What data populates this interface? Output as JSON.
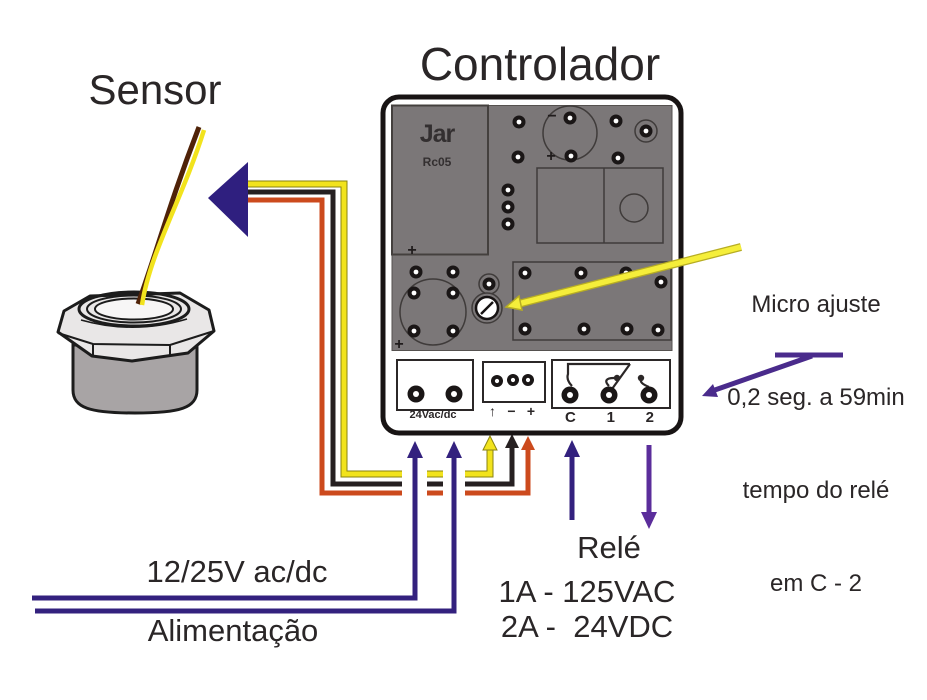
{
  "title": {
    "sensor": "Sensor",
    "controller": "Controlador"
  },
  "annotations": {
    "micro": {
      "line1": "Micro ajuste",
      "line2": "0,2 seg. a 59min",
      "line3": "tempo do relé",
      "line4": "em C - 2"
    },
    "power": {
      "line1": "12/25V ac/dc",
      "line2": "Alimentação"
    },
    "relay": {
      "title": "Relé",
      "spec1": "1A - 125VAC",
      "spec2": "2A -  24VDC"
    }
  },
  "controller": {
    "brand": "Jar",
    "model": "Rc05",
    "power_block": {
      "label": "24Vac/dc"
    },
    "sensor_block": {
      "labels": [
        "↑",
        "−",
        "+"
      ]
    },
    "relay_block": {
      "labels": [
        "C",
        "1",
        "2"
      ]
    },
    "pcb_marks": {
      "cap1_neg": "−",
      "cap1_pos": "+",
      "panel_pos": "+",
      "cap2_pos": "+"
    }
  },
  "colors": {
    "wire_yellow": "#f2e31d",
    "wire_black": "#262021",
    "wire_red": "#cc4a1d",
    "arrow_purple": "#33217e",
    "arrow_violet": "#5b2d9b",
    "pointer_violet": "#4a2b8c",
    "pointer_yellow": "#f5ee3a",
    "pcb_gray": "#7b7778",
    "sensor_nut_gray": "#e9e7e7",
    "sensor_body_gray": "#a8a4a5"
  }
}
